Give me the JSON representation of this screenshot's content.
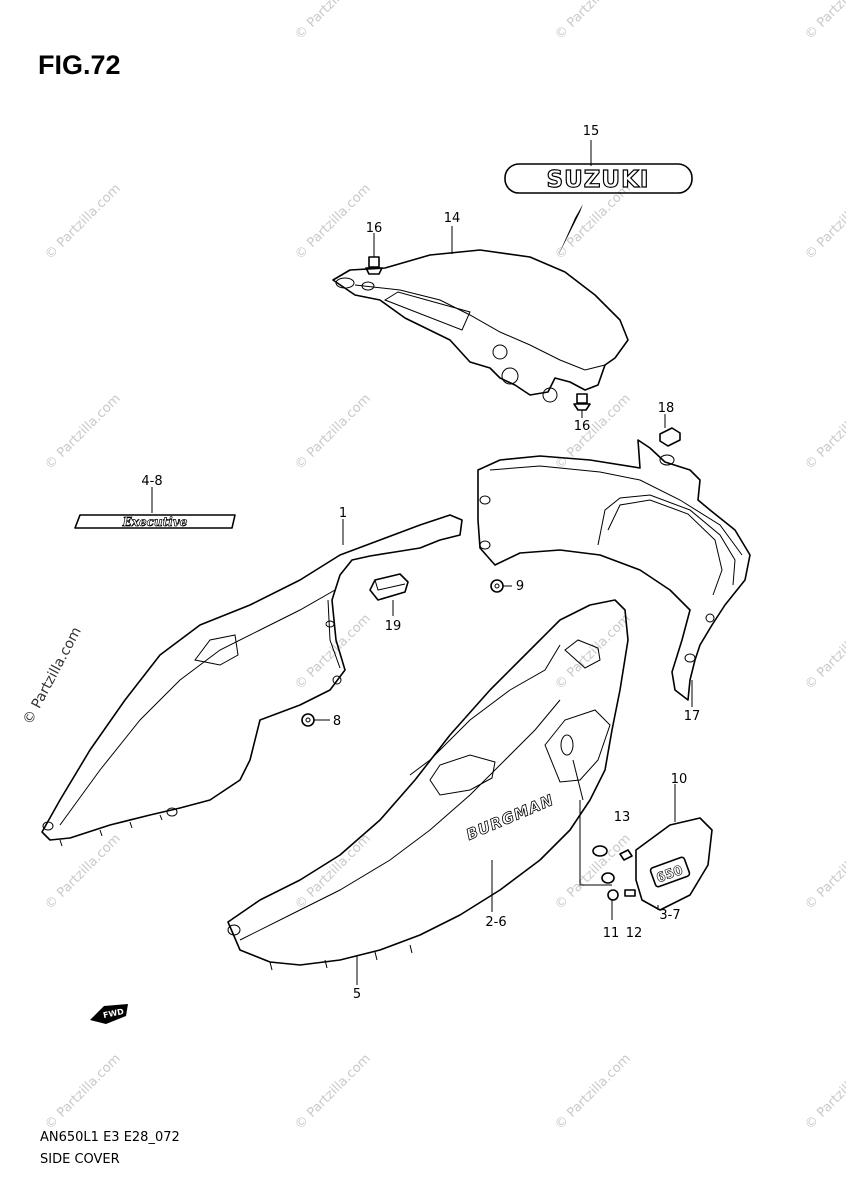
{
  "figure": {
    "title": "FIG.72"
  },
  "callouts": {
    "c1": "1",
    "c2_6": "2-6",
    "c3_7": "3-7",
    "c4_8": "4-8",
    "c5": "5",
    "c8": "8",
    "c9": "9",
    "c10": "10",
    "c11": "11",
    "c12": "12",
    "c13": "13",
    "c14": "14",
    "c15": "15",
    "c16a": "16",
    "c16b": "16",
    "c17": "17",
    "c18": "18",
    "c19": "19"
  },
  "emblems": {
    "suzuki": "SUZUKI",
    "executive": "Executive",
    "burgman": "BURGMAN",
    "displacement": "650",
    "front_arrow": "FWD"
  },
  "watermark": {
    "text": "© Partzilla.com"
  },
  "footer": {
    "code": "AN650L1 E3 E28_072",
    "name": "SIDE COVER"
  }
}
